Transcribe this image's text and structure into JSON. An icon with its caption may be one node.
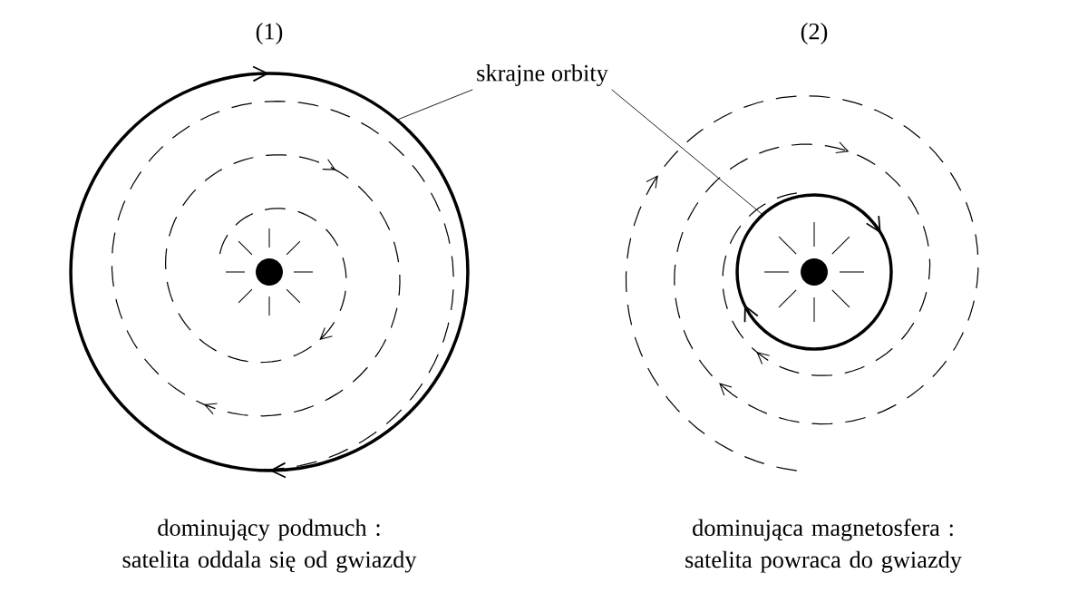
{
  "diagram": {
    "nodes": [
      {
        "text": [
          "skrajne orbity"
        ]
      },
      {
        "text": [],
        "shape": "circle"
      },
      {
        "text": [],
        "shape": "circle"
      }
    ],
    "edges": [
      {
        "from": 0,
        "to": 1,
        "arrow": "none"
      },
      {
        "from": 0,
        "to": 2,
        "arrow": "none"
      }
    ],
    "labels": [
      "(1)",
      "(2)",
      "dominujący podmuch : satelita oddala się od gwiazdy",
      "dominująca magnetosfera : satelita powraca do gwiazdy"
    ]
  }
}
